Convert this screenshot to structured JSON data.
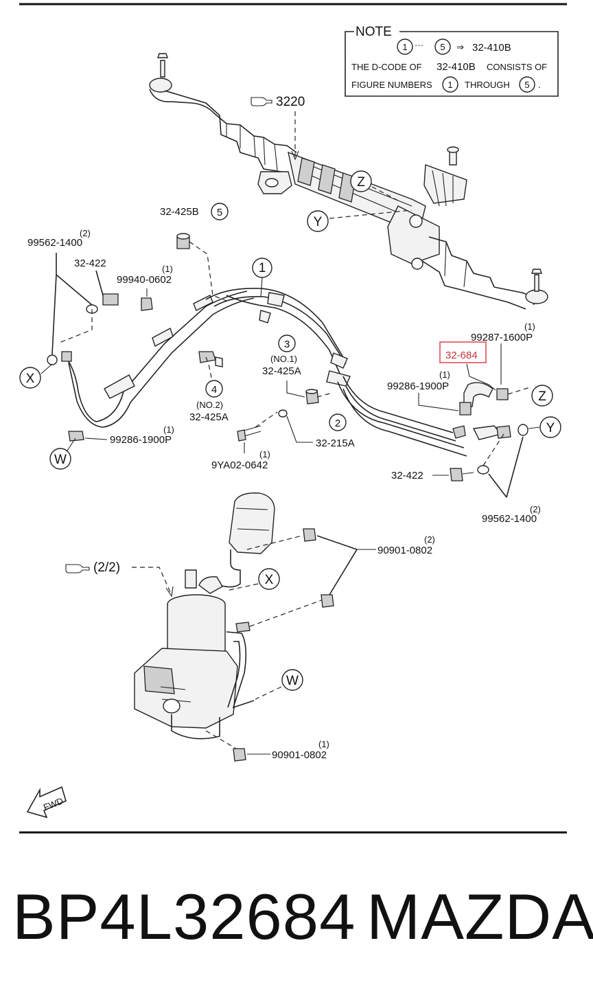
{
  "note": {
    "title": "NOTE",
    "line1_from": "1",
    "line1_dots": "···",
    "line1_to": "5",
    "line1_arrow": "⇒",
    "line1_code": "32-410B",
    "line2_a": "THE D-CODE OF",
    "line2_code": "32-410B",
    "line2_b": "CONSISTS OF",
    "line3_a": "FIGURE NUMBERS",
    "line3_from": "1",
    "line3_b": "THROUGH",
    "line3_to": "5",
    "line3_end": "."
  },
  "refs": {
    "ref_3220": "3220",
    "ref_2_2": "(2/2)"
  },
  "callouts": {
    "z_top": "Z",
    "y_top": "Y",
    "x_left": "X",
    "w_left": "W",
    "z_right": "Z",
    "y_right": "Y",
    "x_pump": "X",
    "w_pump": "W",
    "n1": "1",
    "n2": "2",
    "n3": "3",
    "n4": "4",
    "n5": "5"
  },
  "labels": {
    "p32_425B": "32-425B",
    "p99562_left_qty": "(2)",
    "p99562_left": "99562-1400",
    "p32_422_left": "32-422",
    "p99940_qty": "(1)",
    "p99940": "99940-0602",
    "p99286_left_qty": "(1)",
    "p99286_left": "99286-1900P",
    "p4_no": "(NO.2)",
    "p32_425A_no2": "32-425A",
    "p3_no": "(NO.1)",
    "p32_425A_no1": "32-425A",
    "p32_215A": "32-215A",
    "p9YA02_qty": "(1)",
    "p9YA02": "9YA02-0642",
    "p99287_qty": "(1)",
    "p99287": "99287-1600P",
    "p32_684": "32-684",
    "p32_684_qty": "(1)",
    "p99286_right": "99286-1900P",
    "p32_422_right": "32-422",
    "p99562_right_qty": "(2)",
    "p99562_right": "99562-1400",
    "p90901_top_qty": "(2)",
    "p90901_top": "90901-0802",
    "p90901_bottom_qty": "(1)",
    "p90901_bottom": "90901-0802",
    "fwd": "FWD"
  },
  "footer": {
    "part_number": "BP4L32684",
    "brand": "MAZDA"
  },
  "colors": {
    "line": "#222222",
    "highlight_box": "#e0404a",
    "background": "#ffffff"
  },
  "icons": {
    "pointing_hand": "pointing-hand-icon",
    "fwd_arrow": "fwd-arrow-icon"
  }
}
